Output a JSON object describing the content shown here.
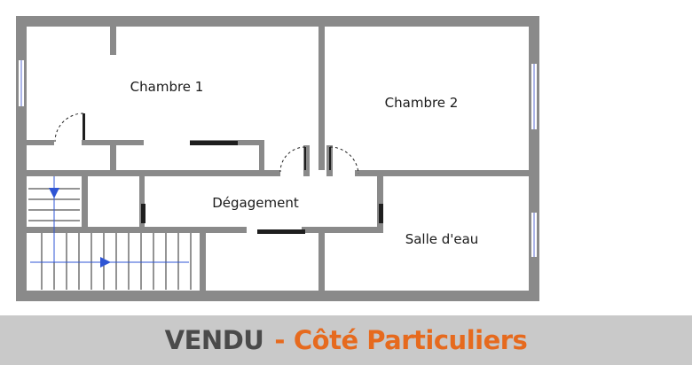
{
  "rooms": {
    "chambre1": "Chambre 1",
    "chambre2": "Chambre 2",
    "degagement": "Dégagement",
    "salle_eau": "Salle d'eau"
  },
  "banner": {
    "status": "VENDU",
    "separator": "-",
    "agency": "Côté Particuliers"
  },
  "colors": {
    "wall": "#8a8a8a",
    "wall_dark": "#505050",
    "stair_arrow": "#2f55d4",
    "banner_bg": "#c9c9c9",
    "banner_status": "#4a4a4a",
    "banner_accent": "#e66a1e"
  }
}
